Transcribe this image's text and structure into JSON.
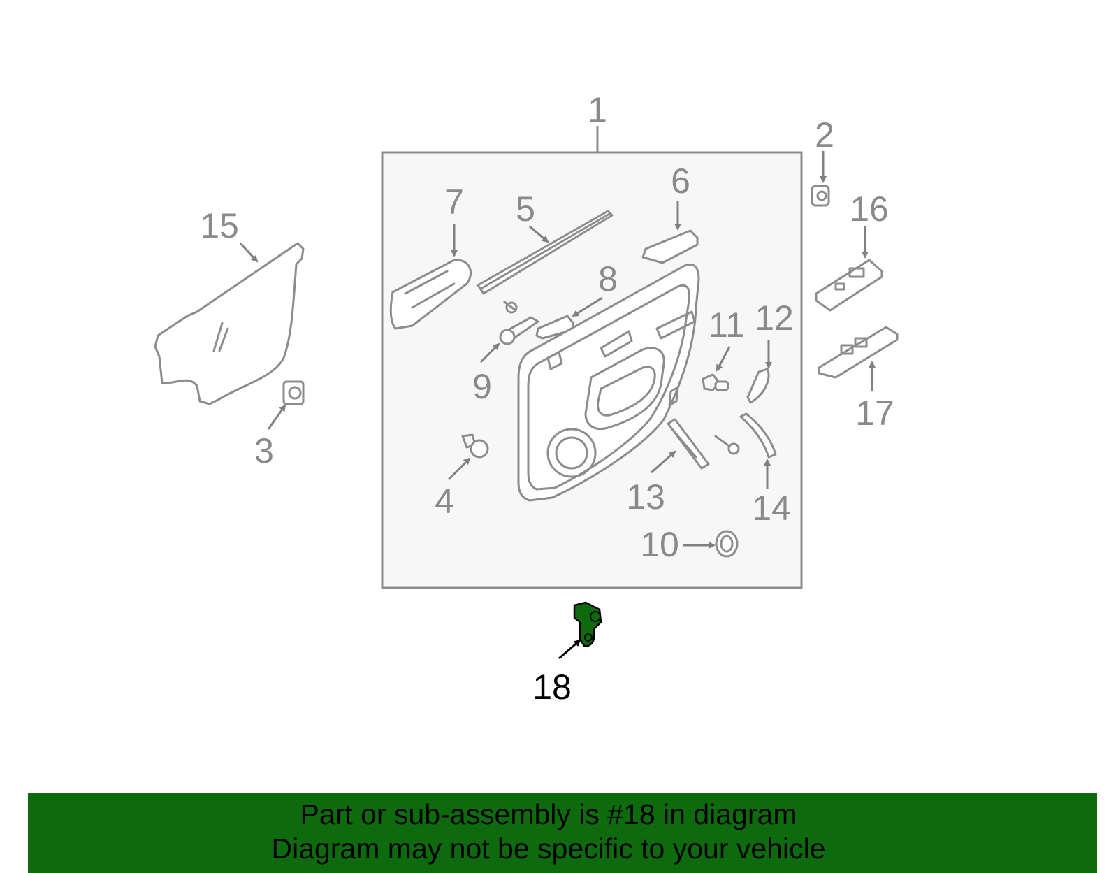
{
  "callouts": [
    "1",
    "2",
    "3",
    "4",
    "5",
    "6",
    "7",
    "8",
    "9",
    "10",
    "11",
    "12",
    "13",
    "14",
    "15",
    "16",
    "17",
    "18"
  ],
  "highlighted_callout": "18",
  "colors": {
    "highlight": "#0d6b0d",
    "line": "#8c8c8c",
    "panel_fill": "#f7f7f7"
  },
  "banner": {
    "line1": "Part or sub-assembly is #18 in diagram",
    "line2": "Diagram may not be specific to your vehicle"
  }
}
